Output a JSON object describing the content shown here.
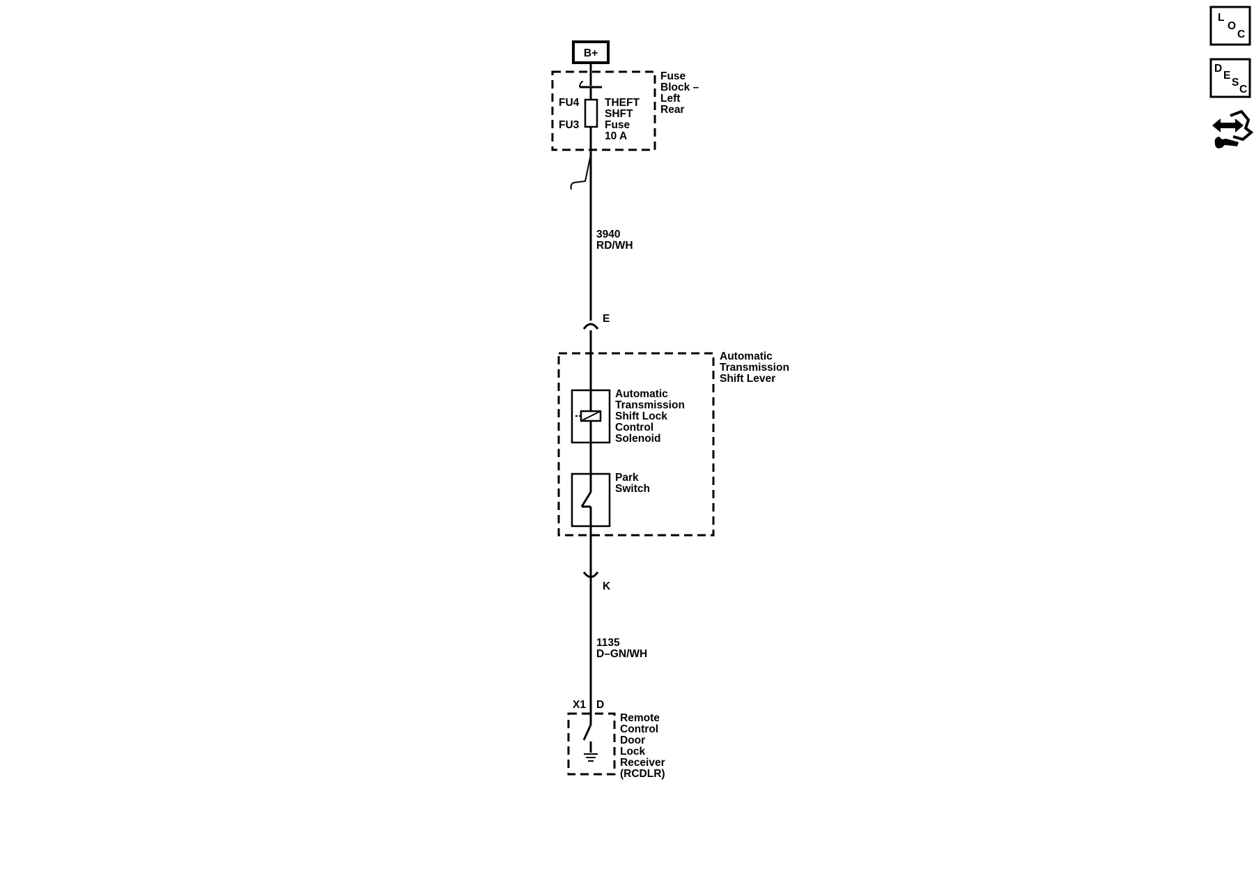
{
  "power_source": {
    "label": "B+"
  },
  "fuse_block": {
    "name_lines": [
      "Fuse",
      "Block –",
      "Left",
      "Rear"
    ],
    "terminal_top": "FU4",
    "terminal_bottom": "FU3",
    "fuse_lines": [
      "THEFT",
      "SHFT",
      "Fuse",
      "10 A"
    ]
  },
  "wire_1": {
    "circuit": "3940",
    "color": "RD/WH"
  },
  "connector_e": {
    "label": "E"
  },
  "shift_lever": {
    "name_lines": [
      "Automatic",
      "Transmission",
      "Shift Lever"
    ],
    "solenoid_lines": [
      "Automatic",
      "Transmission",
      "Shift Lock",
      "Control",
      "Solenoid"
    ],
    "park_switch_lines": [
      "Park",
      "Switch"
    ]
  },
  "connector_k": {
    "label": "K"
  },
  "wire_2": {
    "circuit": "1135",
    "color": "D–GN/WH"
  },
  "rcdlr": {
    "connector": "X1",
    "pin": "D",
    "name_lines": [
      "Remote",
      "Control",
      "Door",
      "Lock",
      "Receiver",
      "(RCDLR)"
    ]
  },
  "nav_buttons": {
    "loc": {
      "letters": [
        "L",
        "O",
        "C"
      ],
      "icon": "loc-icon"
    },
    "desc": {
      "letters": [
        "D",
        "E",
        "S",
        "C"
      ],
      "icon": "desc-icon"
    },
    "connector": {
      "icon": "connector-wrench-icon"
    }
  }
}
